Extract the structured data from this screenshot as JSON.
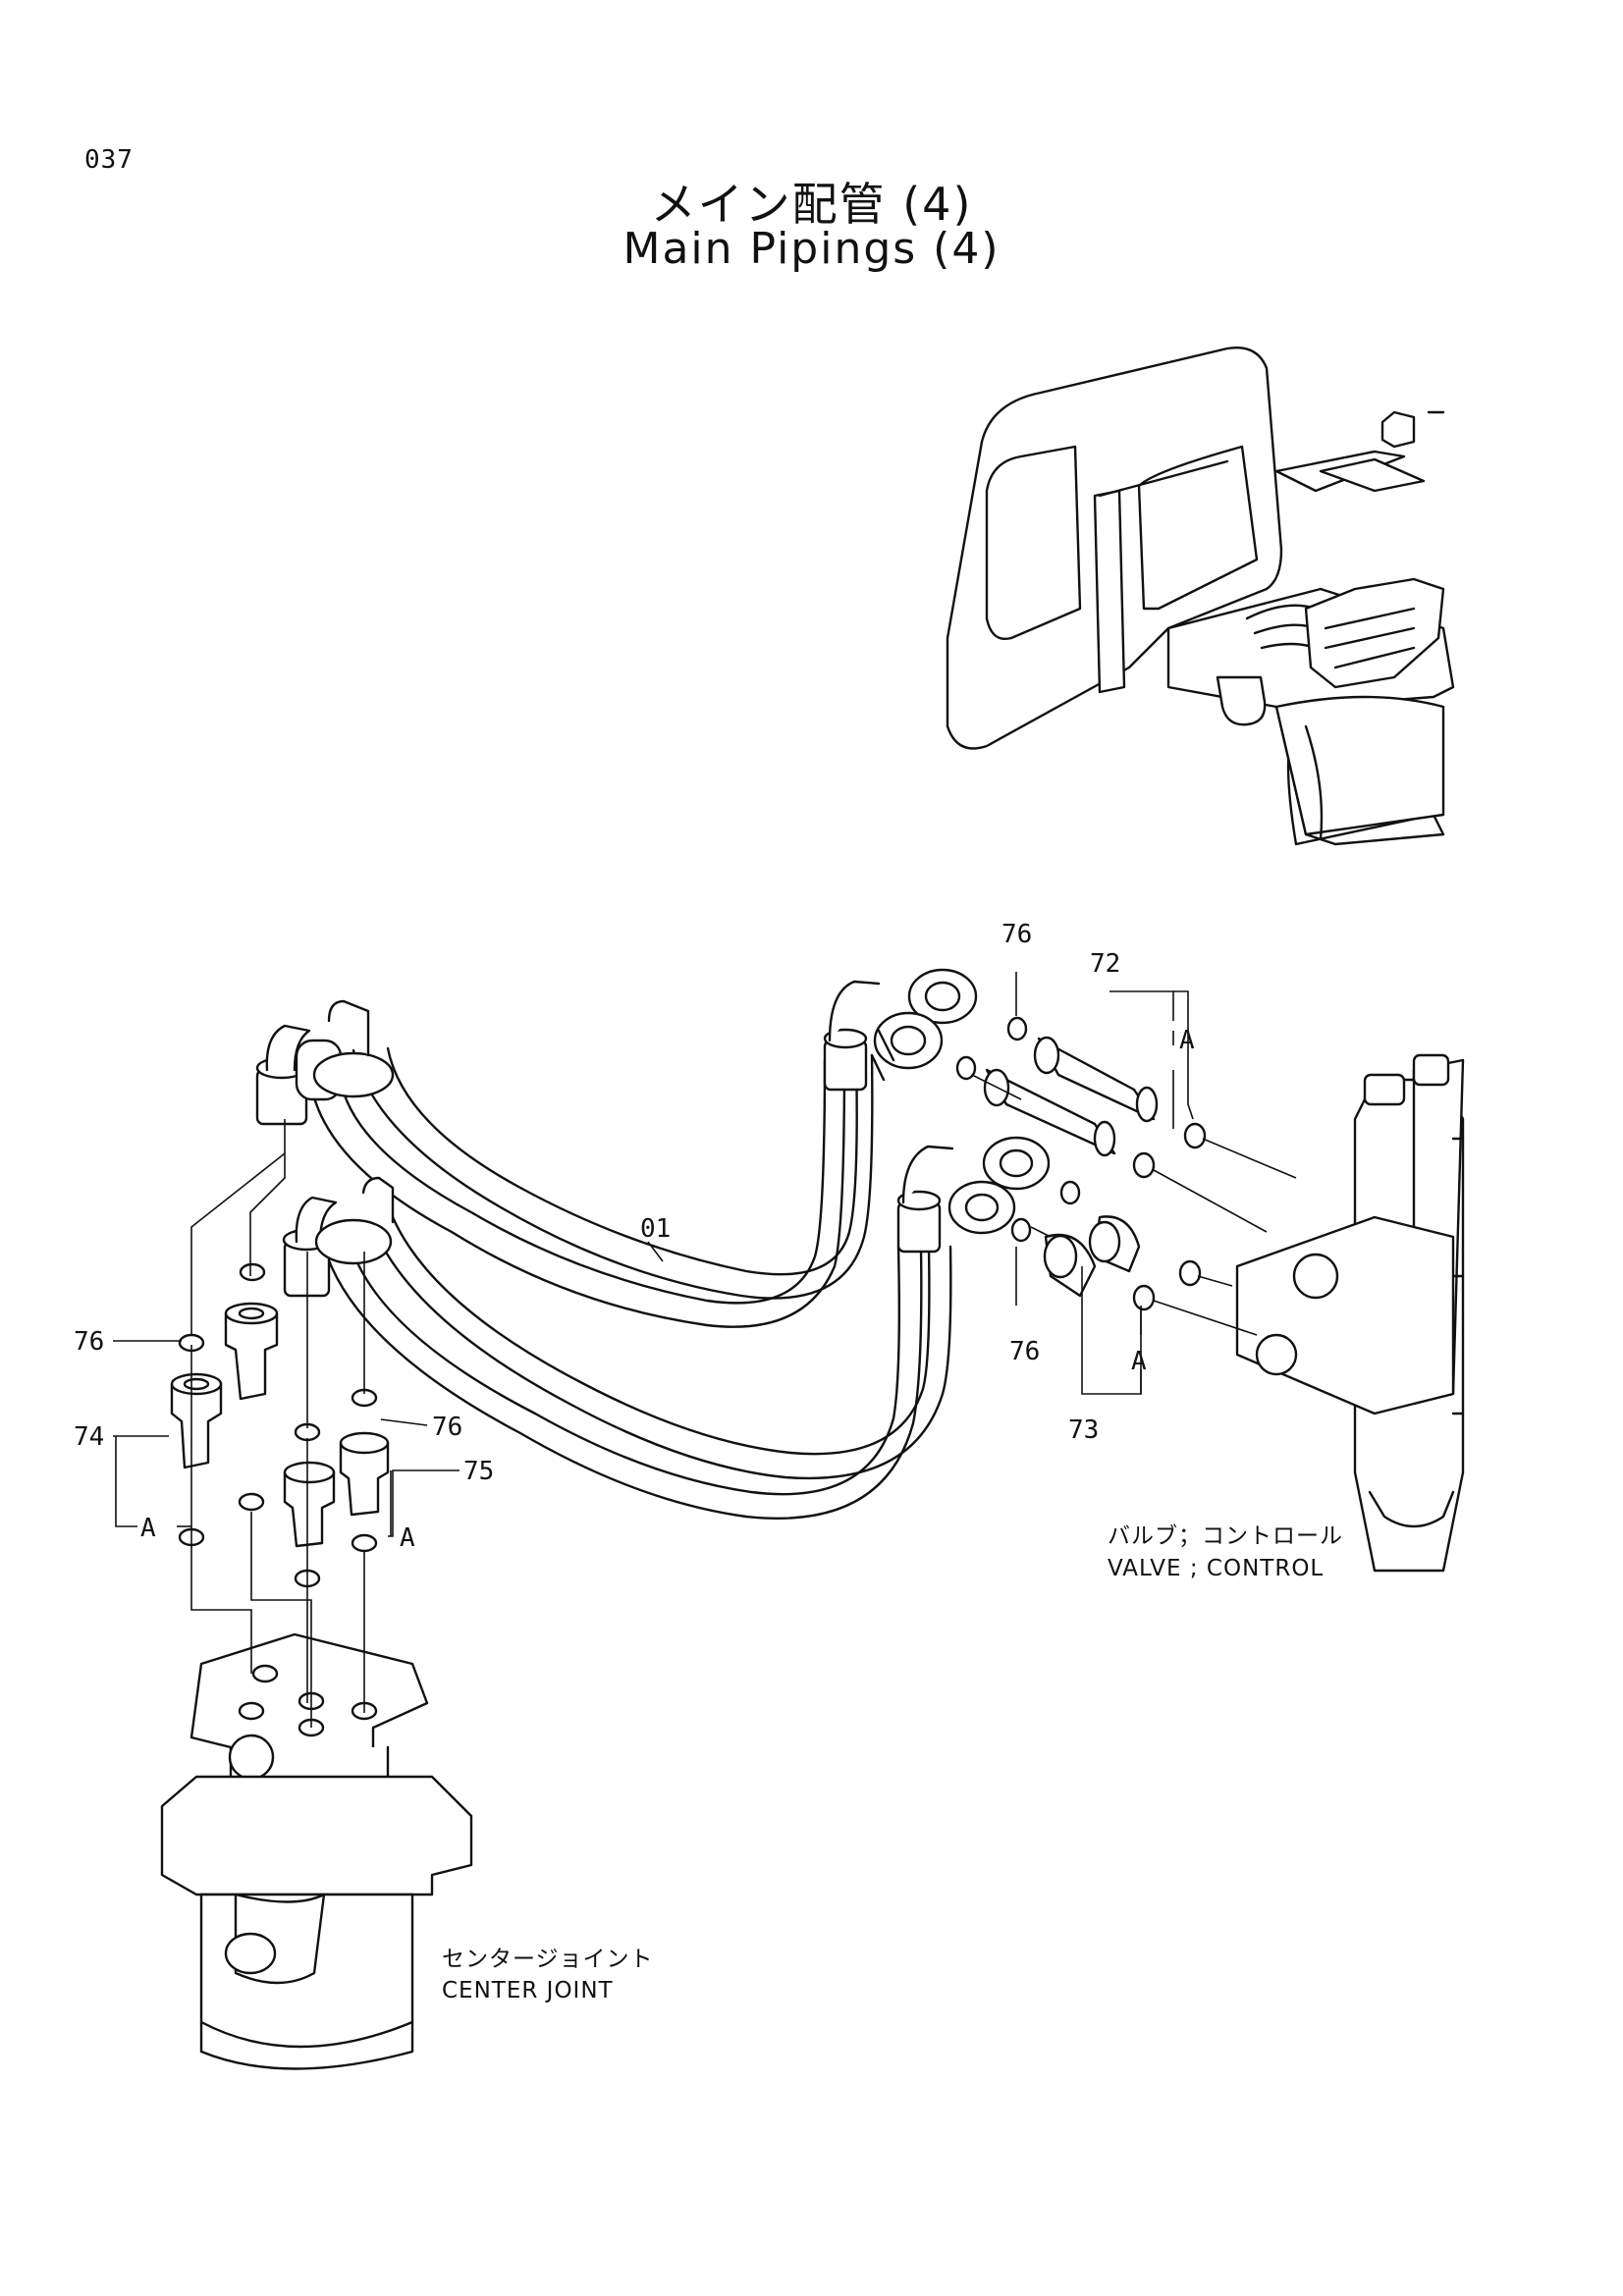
{
  "page_number": "037",
  "title_jp": "メイン配管 (4)",
  "title_en": "Main Pipings (4)",
  "callouts": {
    "hose": "01",
    "adapter_valve_upper": "72",
    "adapter_valve_lower": "73",
    "adapter_joint_left": "74",
    "adapter_joint_right": "75",
    "oring_top": "76",
    "oring_left": "76",
    "oring_middle": "76",
    "oring_right": "76"
  },
  "detail_markers": {
    "valve_upper": "A",
    "valve_lower": "A",
    "joint_left": "A",
    "joint_right": "A"
  },
  "component_labels": {
    "valve_jp": "バルブ；コントロール",
    "valve_en": "VALVE ; CONTROL",
    "joint_jp": "センタージョイント",
    "joint_en": "CENTER JOINT"
  }
}
